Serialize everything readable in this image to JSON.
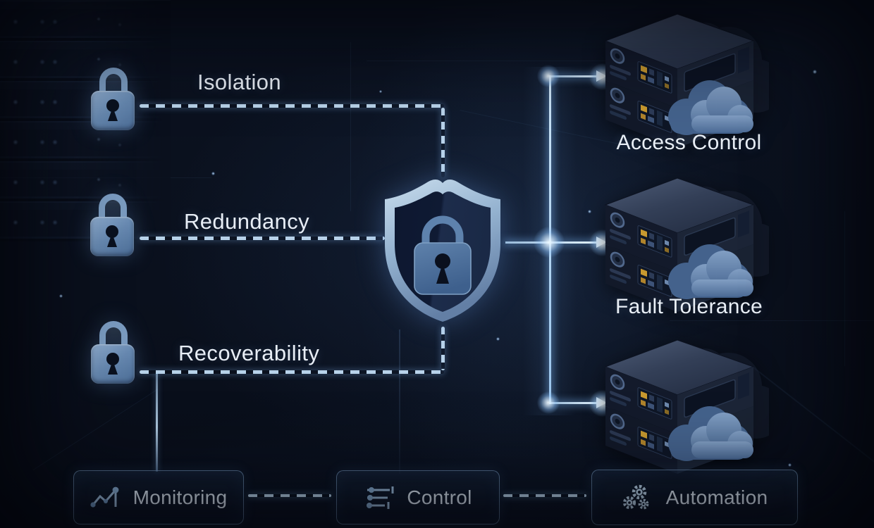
{
  "diagram": {
    "left_nodes": [
      {
        "id": "isolation",
        "label": "Isolation",
        "icon": "padlock-icon"
      },
      {
        "id": "redundancy",
        "label": "Redundancy",
        "icon": "padlock-icon"
      },
      {
        "id": "recoverability",
        "label": "Recoverability",
        "icon": "padlock-icon"
      }
    ],
    "center_node": {
      "id": "security-shield",
      "icon": "shield-lock-icon"
    },
    "right_nodes": [
      {
        "id": "access-control",
        "label": "Access Control",
        "icon": "server-cloud-icon"
      },
      {
        "id": "fault-tolerance",
        "label": "Fault Tolerance",
        "icon": "server-cloud-icon"
      },
      {
        "id": "backup-servers",
        "label": "",
        "icon": "server-cloud-icon"
      }
    ],
    "bottom_nodes": [
      {
        "id": "monitoring",
        "label": "Monitoring",
        "icon": "line-chart-icon"
      },
      {
        "id": "control",
        "label": "Control",
        "icon": "sliders-icon"
      },
      {
        "id": "automation",
        "label": "Automation",
        "icon": "gears-icon"
      }
    ],
    "connections": [
      {
        "from": "isolation",
        "to": "security-shield",
        "style": "dashed"
      },
      {
        "from": "redundancy",
        "to": "security-shield",
        "style": "dashed"
      },
      {
        "from": "recoverability",
        "to": "security-shield",
        "style": "dashed"
      },
      {
        "from": "security-shield",
        "to": "access-control",
        "style": "solid-arrow"
      },
      {
        "from": "security-shield",
        "to": "fault-tolerance",
        "style": "solid-arrow"
      },
      {
        "from": "security-shield",
        "to": "backup-servers",
        "style": "solid-arrow"
      },
      {
        "from": "recoverability",
        "to": "monitoring",
        "style": "solid"
      },
      {
        "from": "monitoring",
        "to": "control",
        "style": "dashed"
      },
      {
        "from": "control",
        "to": "automation",
        "style": "dashed"
      }
    ],
    "colors": {
      "background": "#0a101d",
      "accent_blue": "#aecdee",
      "beam": "#d8ecff",
      "text": "#e8eef6",
      "lock_steel": "#7d9cc2",
      "box_border": "#7fa3c9",
      "cloud": "#6b8ab1",
      "server_body": "#151c2d",
      "light_amber": "#c9992f"
    }
  }
}
